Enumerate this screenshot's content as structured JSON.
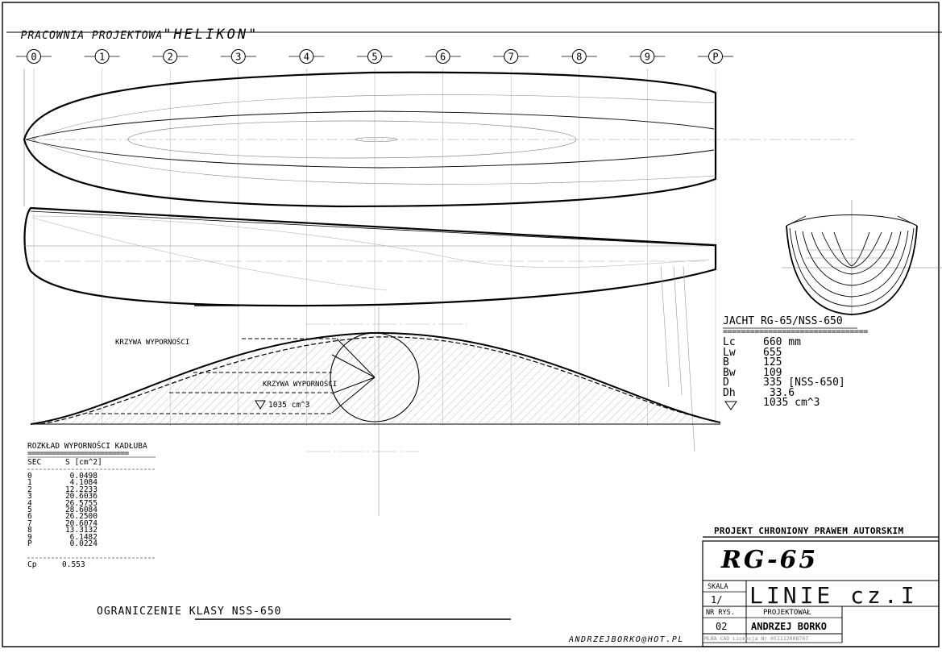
{
  "studio": {
    "prefix": "PRACOWNIA PROJEKTOWA",
    "name": "\"HELIKON\""
  },
  "stations": [
    "0",
    "1",
    "2",
    "3",
    "4",
    "5",
    "6",
    "7",
    "8",
    "9",
    "P"
  ],
  "curve_labels": {
    "left": "KRZYWA WYPORNOŚCI",
    "inner": "KRZYWA WYPORNOŚCI",
    "volume": "1035 cm^3"
  },
  "spec": {
    "title": "JACHT RG-65/NSS-650",
    "separator": "================================",
    "rows": [
      {
        "key": "Lc",
        "value": "660 mm"
      },
      {
        "key": "Lw",
        "value": "655"
      },
      {
        "key": "B",
        "value": "125"
      },
      {
        "key": "Bw",
        "value": "109"
      },
      {
        "key": "D",
        "value": "335 [NSS-650]"
      },
      {
        "key": "Dh",
        "value": " 33.6"
      },
      {
        "key": "",
        "value": "1035 cm^3"
      }
    ]
  },
  "table": {
    "title": "ROZKŁAD WYPORNOŚCI KADŁUBA",
    "separator": "=========================",
    "col_sec": "SEC",
    "col_s": "S [cm^2]",
    "rows": [
      {
        "sec": "0",
        "s": "0.0498"
      },
      {
        "sec": "1",
        "s": "4.1084"
      },
      {
        "sec": "2",
        "s": "12.2233"
      },
      {
        "sec": "3",
        "s": "20.6036"
      },
      {
        "sec": "4",
        "s": "26.5755"
      },
      {
        "sec": "5",
        "s": "28.6084"
      },
      {
        "sec": "6",
        "s": "26.2500"
      },
      {
        "sec": "7",
        "s": "20.6074"
      },
      {
        "sec": "8",
        "s": "13.3132"
      },
      {
        "sec": "9",
        "s": "6.1482"
      },
      {
        "sec": "P",
        "s": "0.0224"
      }
    ],
    "cp_label": "Cp",
    "cp_value": "0.553"
  },
  "class_limit": "OGRANICZENIE KLASY NSS-650",
  "email": "ANDRZEJBORKO@HOT.PL",
  "title_block": {
    "copyright": "PROJEKT CHRONIONY PRAWEM AUTORSKIM",
    "model": "RG-65",
    "scale_label": "SKALA",
    "scale_value": "1/",
    "drawing_title": "LINIE cz.I",
    "nr_label": "NR RYS.",
    "nr_value": "02",
    "author_label": "PROJEKTOWAŁ",
    "author_value": "ANDRZEJ BORKO",
    "license": "MLBA CAD Licencja Nr 051112008707"
  }
}
